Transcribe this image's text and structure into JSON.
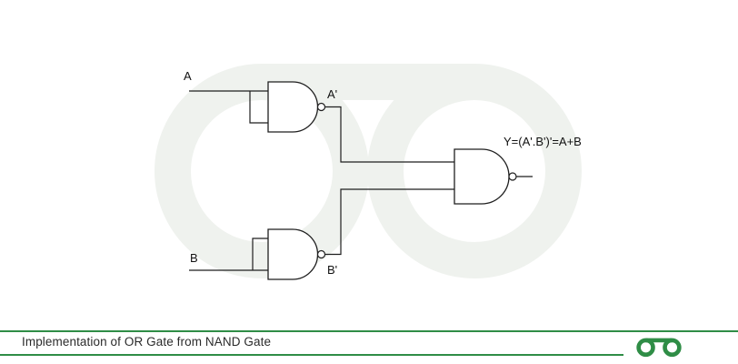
{
  "diagram": {
    "type": "logic-circuit",
    "description": "OR gate implemented using three NAND gates",
    "labels": {
      "input_a": "A",
      "input_b": "B",
      "not_a": "A'",
      "not_b": "B'",
      "output": "Y=(A'.B')'=A+B"
    },
    "gates": [
      {
        "name": "nand-top",
        "inputs": [
          "A",
          "A"
        ],
        "output": "A'"
      },
      {
        "name": "nand-bottom",
        "inputs": [
          "B",
          "B"
        ],
        "output": "B'"
      },
      {
        "name": "nand-output",
        "inputs": [
          "A'",
          "B'"
        ],
        "output": "Y=(A'.B')'=A+B"
      }
    ]
  },
  "footer": {
    "caption": "Implementation of OR Gate from NAND Gate",
    "brand": "geeksforgeeks-logo"
  },
  "colors": {
    "accent": "#2F8D46",
    "line": "#1f1f1f",
    "watermark": "#eff2ee"
  }
}
